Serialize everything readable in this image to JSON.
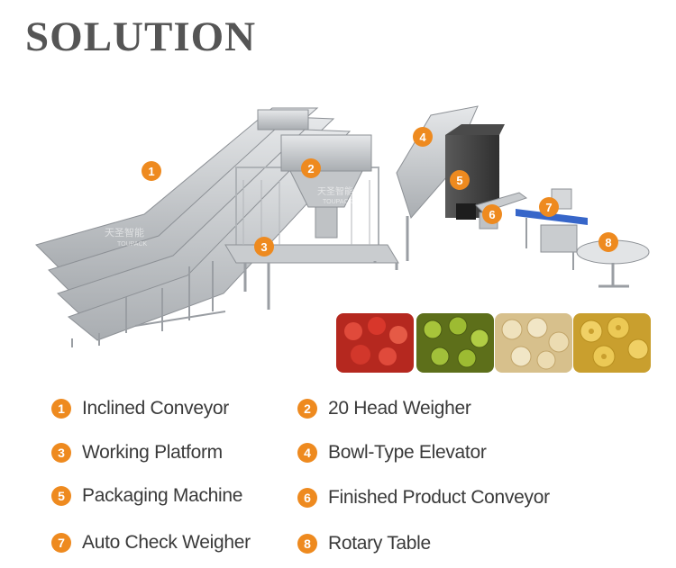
{
  "title": "SOLUTION",
  "watermark": {
    "chinese": "天圣智能",
    "english": "TOUPACK"
  },
  "accent_color": "#ee8a1f",
  "fruit_thumbnails": [
    {
      "name": "freeze-dried strawberries",
      "color": "#d23a2e"
    },
    {
      "name": "dried kiwi slices",
      "color": "#8fae2c"
    },
    {
      "name": "banana chips",
      "color": "#e9d7a6"
    },
    {
      "name": "dried pineapple rings",
      "color": "#e3c44f"
    }
  ],
  "markers": [
    {
      "number": "1"
    },
    {
      "number": "2"
    },
    {
      "number": "3"
    },
    {
      "number": "4"
    },
    {
      "number": "5"
    },
    {
      "number": "6"
    },
    {
      "number": "7"
    },
    {
      "number": "8"
    }
  ],
  "legend": [
    {
      "number": "1",
      "label": "Inclined Conveyor"
    },
    {
      "number": "2",
      "label": "20 Head Weigher"
    },
    {
      "number": "3",
      "label": "Working Platform"
    },
    {
      "number": "4",
      "label": "Bowl-Type Elevator"
    },
    {
      "number": "5",
      "label": "Packaging Machine"
    },
    {
      "number": "6",
      "label": "Finished Product Conveyor"
    },
    {
      "number": "7",
      "label": "Auto Check Weigher"
    },
    {
      "number": "8",
      "label": "Rotary Table"
    }
  ]
}
